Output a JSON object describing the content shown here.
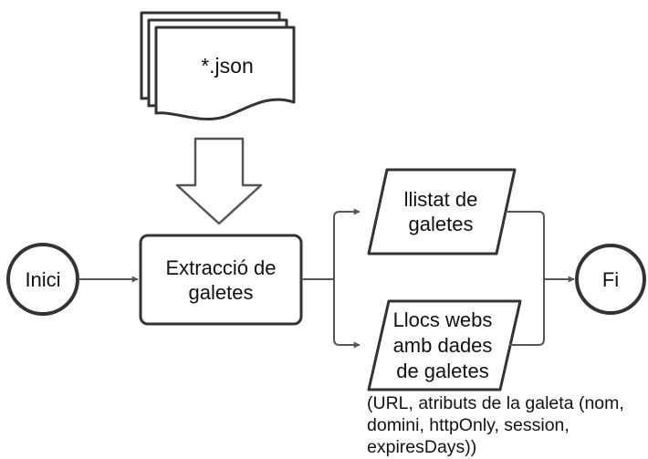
{
  "diagram": {
    "documents": {
      "label": "*.json"
    },
    "start": {
      "label": "Inici"
    },
    "process": {
      "label": "Extracció de\ngaletes"
    },
    "output_top": {
      "label": "llistat de\ngaletes"
    },
    "output_bottom": {
      "label": "Llocs webs\namb dades\nde galetes"
    },
    "end": {
      "label": "Fi"
    },
    "note": {
      "text": "(URL, atributs de la galeta (nom, domini, httpOnly, session, expiresDays))"
    }
  }
}
